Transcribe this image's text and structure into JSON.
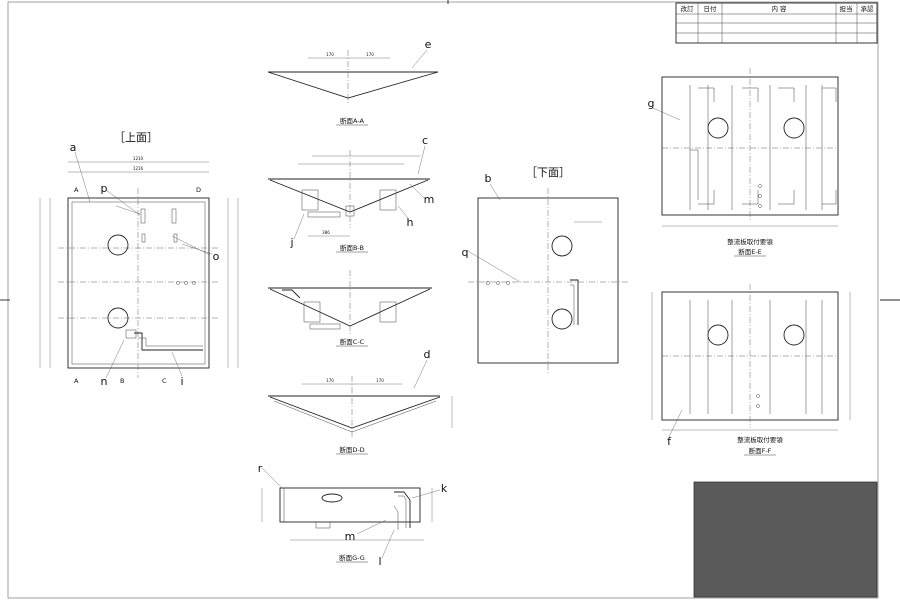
{
  "revision_table": {
    "headers": [
      "改訂",
      "日付",
      "内 容",
      "担当",
      "承認"
    ]
  },
  "views": {
    "top": "［上面］",
    "bottom": "［下面］"
  },
  "sections": {
    "aa": "断面A-A",
    "bb": "断面B-B",
    "cc": "断面C-C",
    "dd": "断面D-D",
    "gg": "断面G-G",
    "ee_title": "整流板取付要領",
    "ee": "断面E-E",
    "ff_title": "整流板取付要領",
    "ff": "断面F-F"
  },
  "callouts": {
    "a": "a",
    "b": "b",
    "c": "c",
    "d": "d",
    "e": "e",
    "f": "f",
    "g": "g",
    "h": "h",
    "i": "i",
    "j": "j",
    "k": "k",
    "l": "l",
    "m1": "m",
    "m2": "m",
    "n": "n",
    "o": "o",
    "p": "p",
    "q": "q",
    "r": "r"
  },
  "section_marks": {
    "A": "A",
    "B": "B",
    "C": "C",
    "D": "D"
  },
  "colors": {
    "title_block_fill": "#5a5a5a",
    "line": "#222222"
  }
}
